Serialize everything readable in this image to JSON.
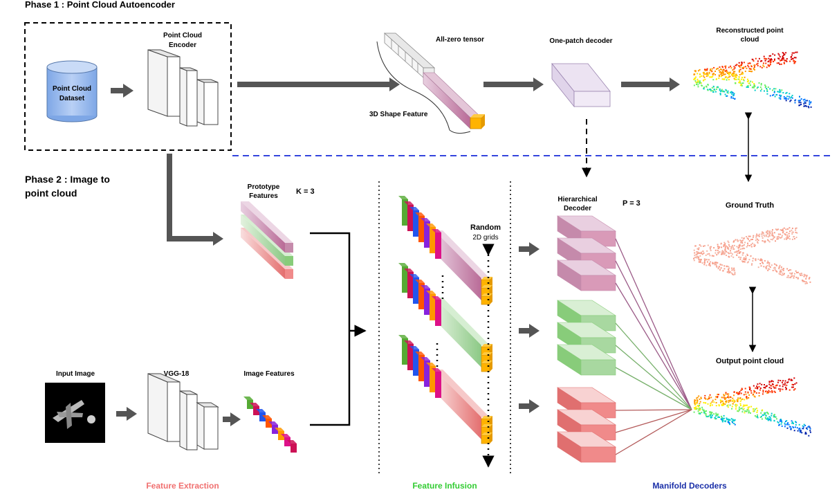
{
  "phase1": {
    "title": "Phase 1 : Point Cloud Autoencoder"
  },
  "phase2": {
    "title_line1": "Phase 2 : Image to",
    "title_line2": "point cloud"
  },
  "dataset": {
    "line1": "Point Cloud",
    "line2": "Dataset"
  },
  "encoder": {
    "line1": "Point Cloud",
    "line2": "Encoder"
  },
  "tensor": {
    "zero_label": "All-zero tensor",
    "shape_label": "3D Shape Feature"
  },
  "one_patch": {
    "label": "One-patch decoder"
  },
  "reconstructed": {
    "line1": "Reconstructed point",
    "line2": "cloud"
  },
  "prototype": {
    "line1": "Prototype",
    "line2": "Features",
    "k_label": "K = 3"
  },
  "hierarchical": {
    "line1": "Hierarchical",
    "line2": "Decoder",
    "p_label": "P = 3"
  },
  "ground_truth": {
    "label": "Ground Truth"
  },
  "random_grids": {
    "line1": "Random",
    "line2": "2D grids"
  },
  "input_image": {
    "label": "Input Image"
  },
  "vgg": {
    "label": "VGG-18"
  },
  "image_features": {
    "label": "Image Features"
  },
  "output_cloud": {
    "label": "Output point cloud"
  },
  "footer": {
    "feature_extraction": "Feature Extraction",
    "feature_infusion": "Feature Infusion",
    "manifold_decoders": "Manifold Decoders"
  },
  "colors": {
    "feature_extraction": "#f07070",
    "feature_infusion": "#33cc33",
    "manifold_decoders": "#1a2fa8",
    "phase_divider": "#3344dd",
    "pink": "#d99ab8",
    "green": "#a8d8a0",
    "red": "#f08a8a",
    "gold": "#ffb300",
    "slot_colors": [
      "#55aa33",
      "#cc1155",
      "#2255ee",
      "#ff5500",
      "#8822dd",
      "#ff9900",
      "#dd1188"
    ]
  }
}
